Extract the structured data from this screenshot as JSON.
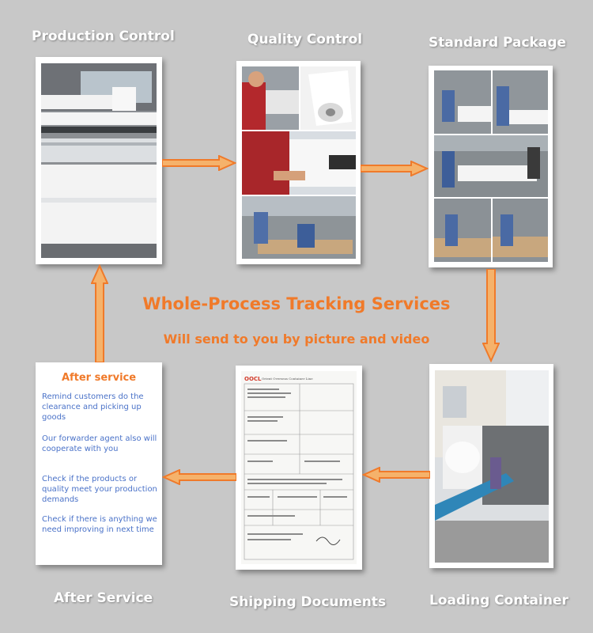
{
  "steps": {
    "production_control": "Production Control",
    "quality_control": "Quality Control",
    "standard_package": "Standard Package",
    "loading_container": "Loading Container",
    "shipping_documents": "Shipping Documents",
    "after_service": "After Service"
  },
  "tagline": {
    "main": "Whole-Process Tracking Services",
    "sub": "Will send to you by picture and video"
  },
  "after_service_card": {
    "heading": "After service",
    "items": [
      "Remind customers do the clearance and picking up goods",
      "Our forwarder agent also will cooperate with you",
      "Check if the products or quality meet your production demands",
      "Check if there is anything we need improving in next time"
    ]
  },
  "document_card": {
    "logo_text": "OOCL",
    "company": "Orient Overseas Container Line"
  },
  "colors": {
    "background": "#c8c8c8",
    "accent": "#f07a2a",
    "arrow_fill": "#f5b26b",
    "text_blue": "#4a72c8"
  }
}
